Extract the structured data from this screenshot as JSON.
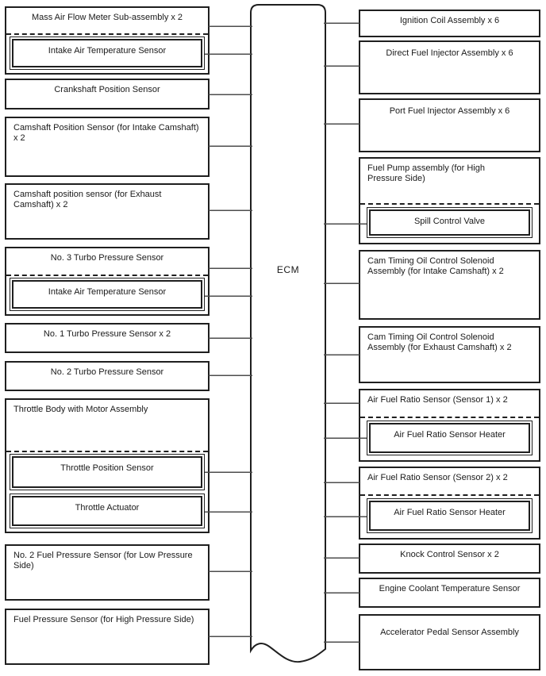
{
  "ecm": {
    "label": "ECM"
  },
  "left_boxes": [
    {
      "title": "Mass Air Flow Meter Sub-assembly x 2",
      "nested": [
        "Intake Air Temperature Sensor"
      ]
    },
    {
      "title": "Crankshaft Position Sensor"
    },
    {
      "title": "Camshaft Position Sensor (for Intake Camshaft) x 2"
    },
    {
      "title": "Camshaft position sensor (for Exhaust Camshaft) x 2"
    },
    {
      "title": "No. 3 Turbo Pressure Sensor",
      "nested": [
        "Intake Air Temperature Sensor"
      ]
    },
    {
      "title": "No. 1 Turbo Pressure Sensor x 2"
    },
    {
      "title": "No. 2 Turbo Pressure Sensor"
    },
    {
      "title": "Throttle Body with Motor Assembly",
      "nested": [
        "Throttle Position Sensor",
        "Throttle Actuator"
      ]
    },
    {
      "title": "No. 2 Fuel Pressure Sensor (for Low Pressure Side)"
    },
    {
      "title": "Fuel Pressure Sensor (for High Pressure Side)"
    }
  ],
  "right_boxes": [
    {
      "title": "Ignition Coil Assembly x 6"
    },
    {
      "title": "Direct Fuel Injector Assembly x 6"
    },
    {
      "title": "Port Fuel Injector Assembly x 6"
    },
    {
      "title": "Fuel Pump assembly (for High Pressure Side)",
      "nested": [
        "Spill Control Valve"
      ]
    },
    {
      "title": "Cam Timing Oil Control Solenoid Assembly (for Intake Camshaft) x 2"
    },
    {
      "title": "Cam Timing Oil Control Solenoid Assembly (for Exhaust Camshaft) x 2"
    },
    {
      "title": "Air Fuel Ratio Sensor (Sensor 1) x 2",
      "nested": [
        "Air Fuel Ratio Sensor Heater"
      ]
    },
    {
      "title": "Air Fuel Ratio Sensor (Sensor 2) x 2",
      "nested": [
        "Air Fuel Ratio Sensor Heater"
      ]
    },
    {
      "title": "Knock Control Sensor x 2"
    },
    {
      "title": "Engine Coolant Temperature Sensor"
    },
    {
      "title": "Accelerator Pedal Sensor Assembly"
    }
  ],
  "colors": {
    "border": "#1f1f1f",
    "connector_line": "#4d4d4d",
    "background": "#ffffff"
  }
}
